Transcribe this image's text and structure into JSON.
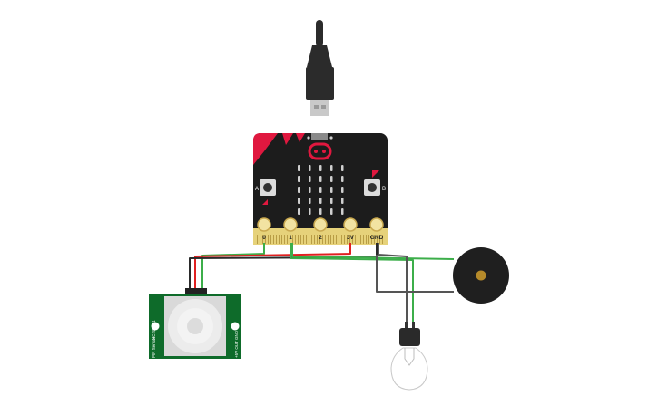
{
  "microbit": {
    "pins": [
      {
        "label": "0"
      },
      {
        "label": "1"
      },
      {
        "label": "2"
      },
      {
        "label": "3V"
      },
      {
        "label": "GND"
      }
    ],
    "button_a_label": "A",
    "button_b_label": "B",
    "brand_color": "#e0183f",
    "board_color": "#1c1c1c",
    "edge_color": "#e6d27a"
  },
  "pir_sensor": {
    "board_color": "#0e6b2a",
    "left_text_top": "HC-SR501",
    "left_text_bottom": "PIR Sensor",
    "right_text": "+5V  OUT  GND"
  },
  "buzzer": {
    "icon": "piezo-buzzer-icon"
  },
  "light_bulb": {
    "icon": "light-bulb-icon"
  },
  "usb_cable": {
    "icon": "usb-cable-icon"
  },
  "wire_colors": {
    "green": "#3cae4a",
    "red": "#e02020",
    "black": "#2a2a2a",
    "gray": "#555555"
  }
}
